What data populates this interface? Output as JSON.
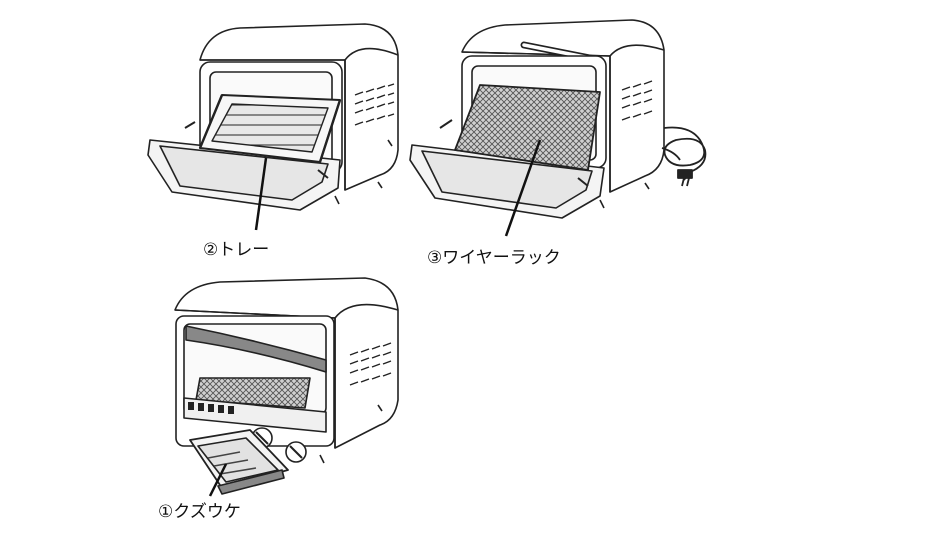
{
  "labels": {
    "tray": "②トレー",
    "wire_rack": "③ワイヤーラック",
    "crumb_tray": "①クズウケ"
  }
}
